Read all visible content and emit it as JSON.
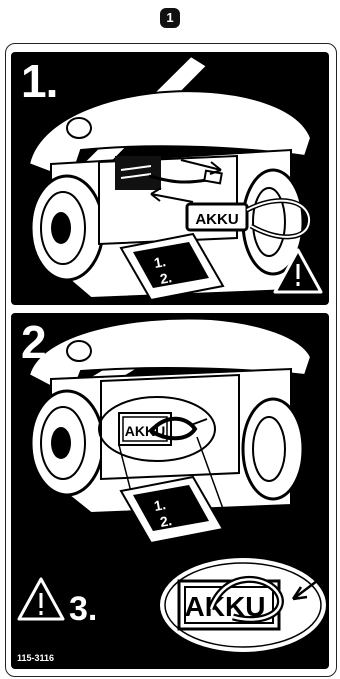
{
  "header": {
    "step_badge": "1"
  },
  "panel1": {
    "step": "1.",
    "battery_label": "AKKU",
    "card_lines": [
      "1.",
      "2."
    ]
  },
  "panel2": {
    "step": "2.",
    "battery_label": "AKKU",
    "card_lines": [
      "1.",
      "2."
    ],
    "zoom_step": "3.",
    "zoom_label": "AKKU"
  },
  "footer": {
    "part_number": "115-3116"
  }
}
